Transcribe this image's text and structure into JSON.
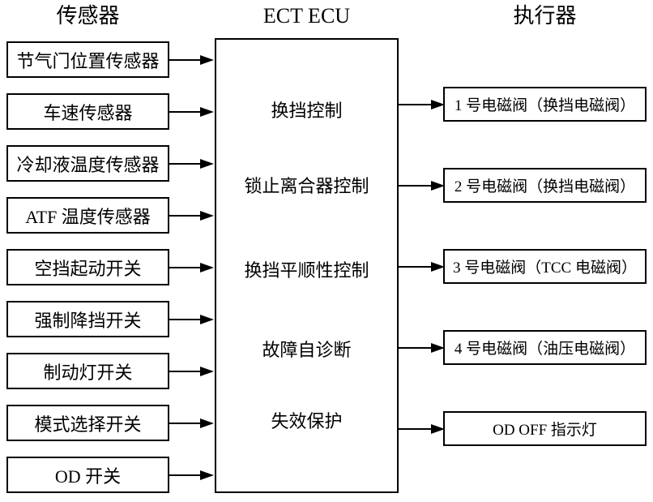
{
  "diagram": {
    "headers": {
      "sensors": "传感器",
      "ecu": "ECT ECU",
      "actuators": "执行器"
    },
    "sensors": [
      "节气门位置传感器",
      "车速传感器",
      "冷却液温度传感器",
      "ATF 温度传感器",
      "空挡起动开关",
      "强制降挡开关",
      "制动灯开关",
      "模式选择开关",
      "OD 开关"
    ],
    "ecu_functions": [
      "换挡控制",
      "锁止离合器控制",
      "换挡平顺性控制",
      "故障自诊断",
      "失效保护"
    ],
    "actuators": [
      "1 号电磁阀（换挡电磁阀）",
      "2 号电磁阀（换挡电磁阀）",
      "3 号电磁阀（TCC 电磁阀）",
      "4 号电磁阀（油压电磁阀）",
      "OD OFF 指示灯"
    ],
    "colors": {
      "line": "#000000",
      "background": "#ffffff",
      "text": "#000000"
    }
  }
}
